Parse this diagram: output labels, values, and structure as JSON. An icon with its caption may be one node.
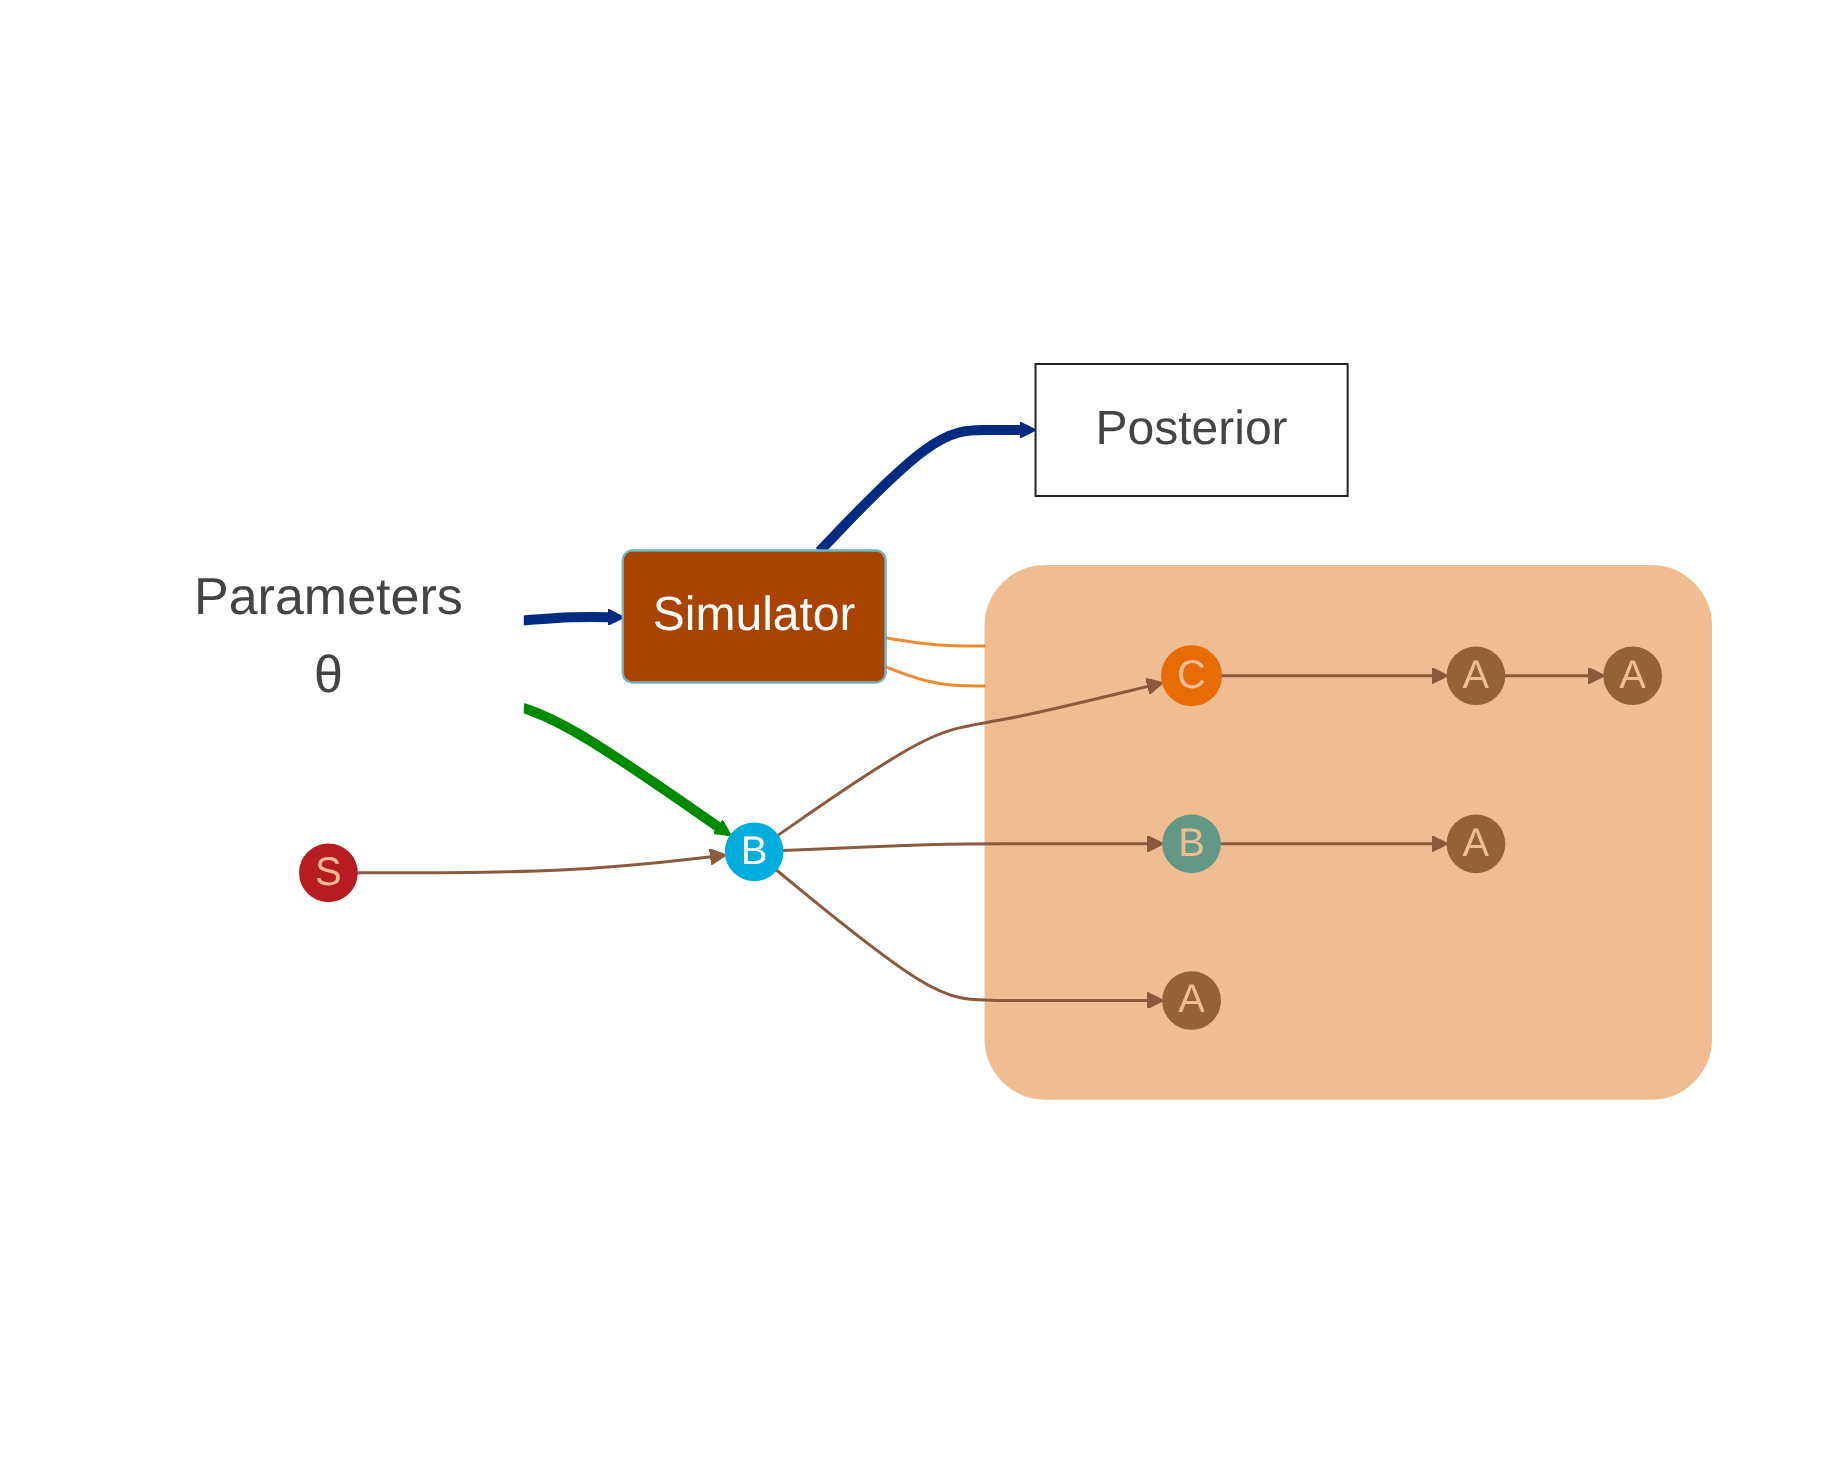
{
  "diagram": {
    "nodes": [
      {
        "text": [
          "Parameters",
          "θ"
        ]
      },
      {
        "text": [
          "Simulator"
        ]
      },
      {
        "text": [
          "Posterior"
        ]
      },
      {
        "text": [],
        "shape": "box"
      },
      {
        "text": [
          "C"
        ],
        "in": 3
      },
      {
        "text": [
          "A"
        ],
        "in": 3
      },
      {
        "text": [
          "A"
        ],
        "in": 3
      },
      {
        "text": [
          "S"
        ]
      },
      {
        "text": [
          "B"
        ]
      },
      {
        "text": [
          "B"
        ],
        "in": 3
      },
      {
        "text": [
          "A"
        ],
        "in": 3
      },
      {
        "text": [
          "A"
        ],
        "in": 3
      }
    ],
    "edges": [
      {
        "from": 0,
        "to": 1,
        "arrow": "to",
        "style": "thick",
        "color": "#002b80"
      },
      {
        "from": 1,
        "to": 2,
        "arrow": "to",
        "style": "thick",
        "color": "#002b80"
      },
      {
        "from": 1,
        "to": 3,
        "arrow": "none",
        "color": "#f08a30"
      },
      {
        "from": 1,
        "to": 3,
        "arrow": "none",
        "color": "#f08a30"
      },
      {
        "from": 0,
        "to": 8,
        "arrow": "to",
        "style": "thick",
        "color": "#008a00"
      },
      {
        "from": 7,
        "to": 8,
        "arrow": "to"
      },
      {
        "from": 8,
        "to": 4,
        "arrow": "to"
      },
      {
        "from": 8,
        "to": 9,
        "arrow": "to"
      },
      {
        "from": 8,
        "to": 11,
        "arrow": "to"
      },
      {
        "from": 4,
        "to": 5,
        "arrow": "to"
      },
      {
        "from": 5,
        "to": 6,
        "arrow": "to"
      },
      {
        "from": 9,
        "to": 10,
        "arrow": "to"
      }
    ]
  }
}
